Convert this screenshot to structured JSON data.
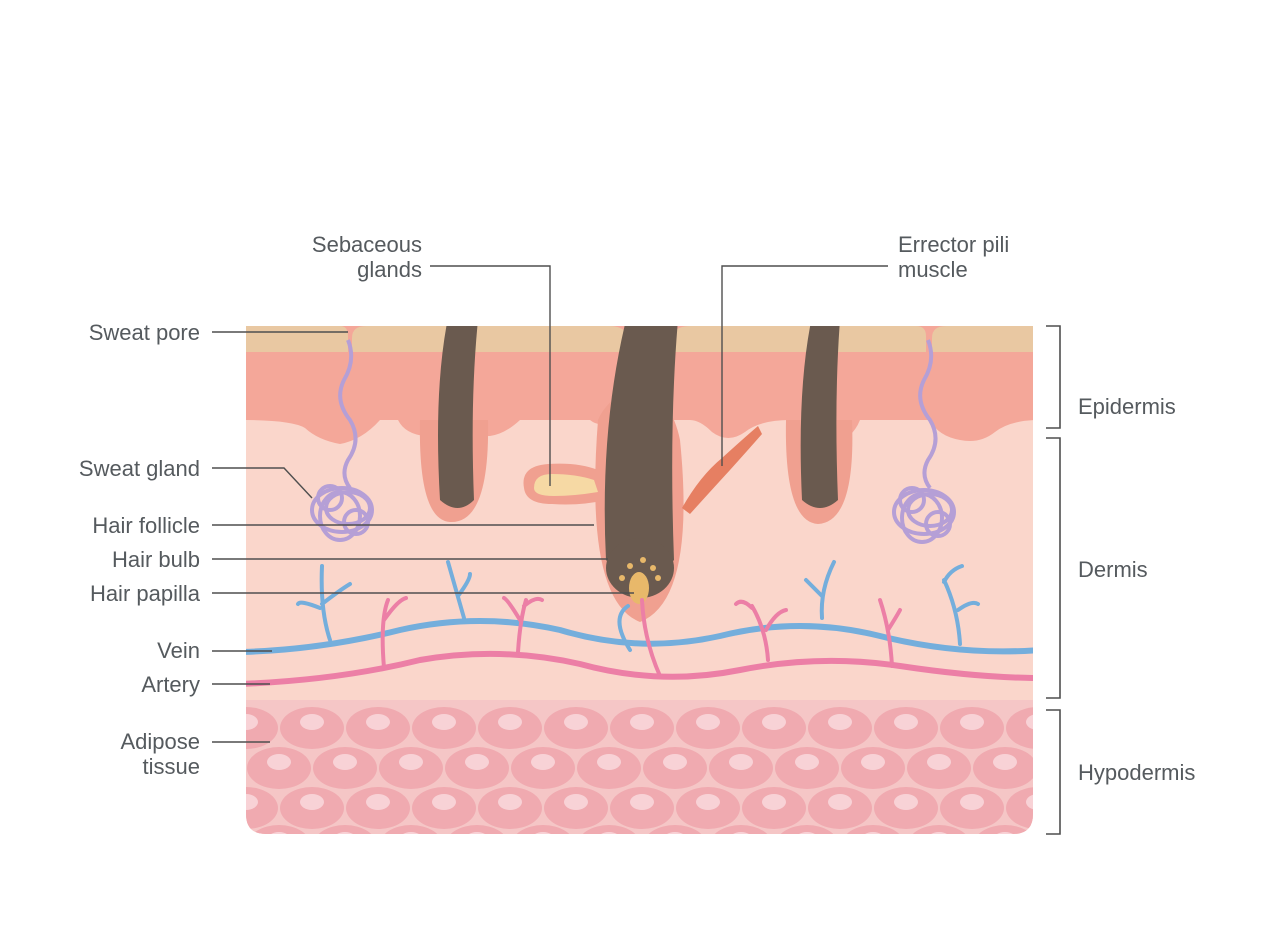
{
  "diagram": {
    "left_labels": {
      "sweat_pore": "Sweat pore",
      "sweat_gland": "Sweat gland",
      "hair_follicle": "Hair follicle",
      "hair_bulb": "Hair bulb",
      "hair_papilla": "Hair papilla",
      "vein": "Vein",
      "artery": "Artery",
      "adipose_line1": "Adipose",
      "adipose_line2": "tissue"
    },
    "top_labels": {
      "sebaceous_line1": "Sebaceous",
      "sebaceous_line2": "glands",
      "erector_line1": "Errector pili",
      "erector_line2": "muscle"
    },
    "layer_labels": {
      "epidermis": "Epidermis",
      "dermis": "Dermis",
      "hypodermis": "Hypodermis"
    },
    "colors": {
      "stratum_corneum": "#e9c8a2",
      "epidermis": "#f4a799",
      "dermis": "#fad6cb",
      "hypodermis": "#f2bcbd",
      "fat_cell": "#f0aab0",
      "fat_nucleus": "#f8d2d6",
      "hair": "#6a5a4f",
      "vein": "#74aedc",
      "artery": "#ec7fa6",
      "sweat_gland": "#b59fd6",
      "sebaceous": "#f6d9a4",
      "papilla": "#e8b86a",
      "muscle": "#e67f62"
    }
  }
}
